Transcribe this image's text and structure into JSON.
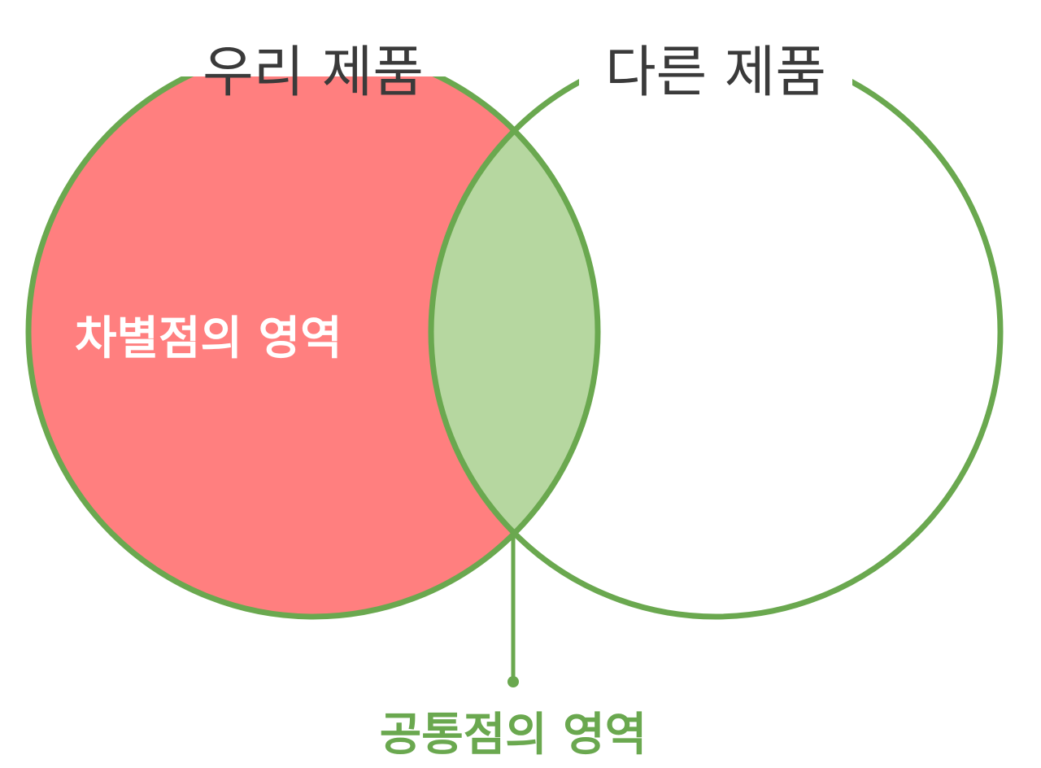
{
  "diagram": {
    "sets": [
      {
        "label": "우리 제품"
      },
      {
        "label": "다른 제품"
      }
    ],
    "regions": {
      "difference_label": "차별점의 영역",
      "common_label": "공통점의 영역"
    },
    "colors": {
      "outline": "#6aa84f",
      "difference_fill": "#ff7f7f",
      "common_fill": "#b6d7a0",
      "set_label": "#3a3a3a",
      "difference_text": "#ffffff",
      "common_text": "#6aa84f"
    }
  }
}
